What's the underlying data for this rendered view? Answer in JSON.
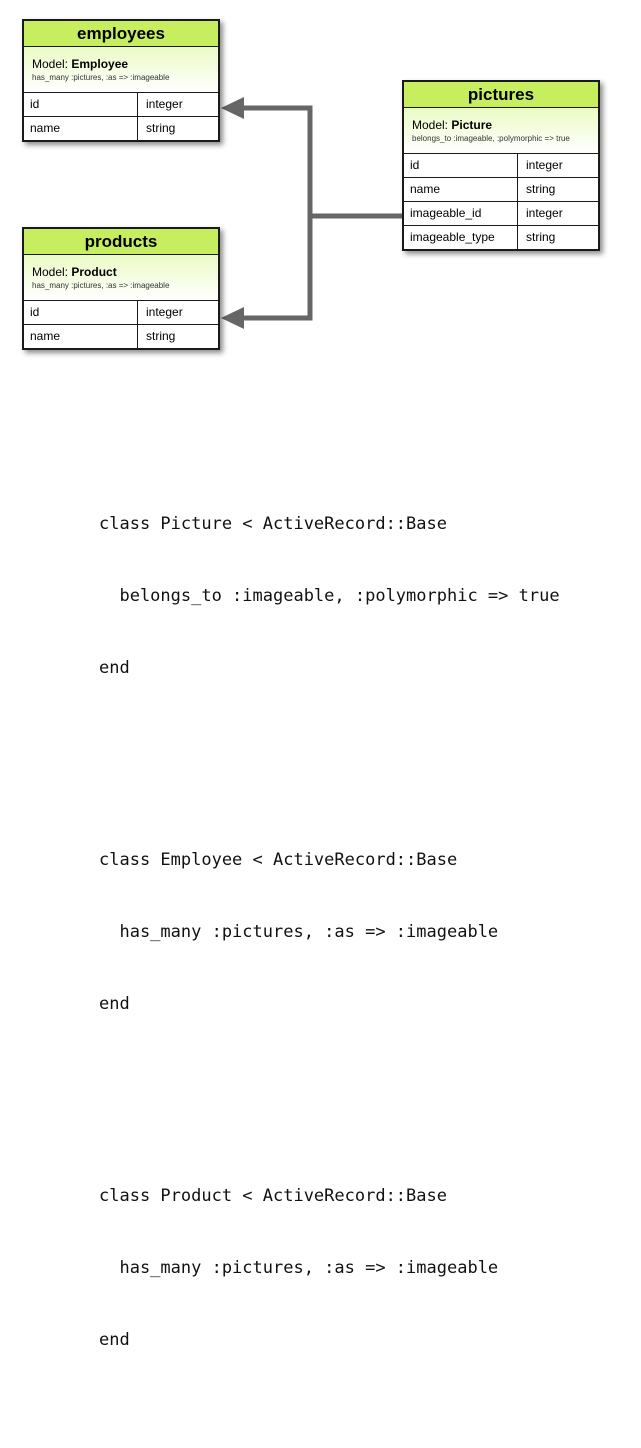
{
  "tables": {
    "employees": {
      "title": "employees",
      "model_label": "Model: ",
      "model_name": "Employee",
      "assoc": "has_many :pictures, :as => :imageable",
      "rows": [
        {
          "name": "id",
          "type": "integer"
        },
        {
          "name": "name",
          "type": "string"
        }
      ]
    },
    "products": {
      "title": "products",
      "model_label": "Model: ",
      "model_name": "Product",
      "assoc": "has_many :pictures, :as => :imageable",
      "rows": [
        {
          "name": "id",
          "type": "integer"
        },
        {
          "name": "name",
          "type": "string"
        }
      ]
    },
    "pictures": {
      "title": "pictures",
      "model_label": "Model: ",
      "model_name": "Picture",
      "assoc": "belongs_to :imageable, :polymorphic => true",
      "rows": [
        {
          "name": "id",
          "type": "integer"
        },
        {
          "name": "name",
          "type": "string"
        },
        {
          "name": "imageable_id",
          "type": "integer"
        },
        {
          "name": "imageable_type",
          "type": "string"
        }
      ]
    }
  },
  "code": {
    "picture": [
      "class Picture < ActiveRecord::Base",
      "  belongs_to :imageable, :polymorphic => true",
      "end"
    ],
    "employee": [
      "class Employee < ActiveRecord::Base",
      "  has_many :pictures, :as => :imageable",
      "end"
    ],
    "product": [
      "class Product < ActiveRecord::Base",
      "  has_many :pictures, :as => :imageable",
      "end"
    ]
  },
  "colors": {
    "header_green": "#c7ee5e",
    "connector_gray": "#666666"
  }
}
